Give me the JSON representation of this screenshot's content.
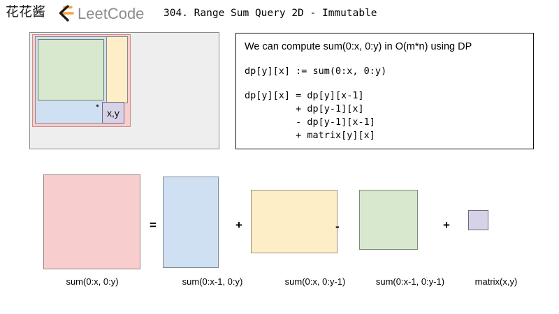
{
  "header": {
    "brand_cn": "花花酱",
    "logo_text": "LeetCode",
    "title": "304. Range Sum Query 2D - Immutable"
  },
  "diagram": {
    "xy_cell_label": "x,y",
    "regions": [
      {
        "name": "sum-0x-0y",
        "color": "#f7cdcd"
      },
      {
        "name": "sum-0x-0y-1",
        "color": "#fdeec8"
      },
      {
        "name": "sum-0x-1-0y",
        "color": "#cfe0f2"
      },
      {
        "name": "sum-0x-1-0y-1",
        "color": "#d8e8ce"
      },
      {
        "name": "matrix-xy",
        "color": "#d7d2e8"
      }
    ]
  },
  "formula": {
    "intro": "We can compute sum(0:x, 0:y) in O(m*n) using DP",
    "definition": "dp[y][x] := sum(0:x, 0:y)",
    "body": "dp[y][x] = dp[y][x-1]\n         + dp[y-1][x]\n         - dp[y-1][x-1]\n         + matrix[y][x]"
  },
  "equation": {
    "operators": {
      "equals": "=",
      "plus": "+",
      "minus": "-"
    },
    "terms": [
      {
        "label": "sum(0:x, 0:y)",
        "color": "#f7cdcd",
        "border": "#9a8585"
      },
      {
        "label": "sum(0:x-1, 0:y)",
        "color": "#cfe0f2",
        "border": "#7d8b99"
      },
      {
        "label": "sum(0:x, 0:y-1)",
        "color": "#fdeec8",
        "border": "#9a9076"
      },
      {
        "label": "sum(0:x-1, 0:y-1)",
        "color": "#d8e8ce",
        "border": "#7f8c78"
      },
      {
        "label": "matrix(x,y)",
        "color": "#d7d2e8",
        "border": "#6b6b78"
      }
    ]
  }
}
